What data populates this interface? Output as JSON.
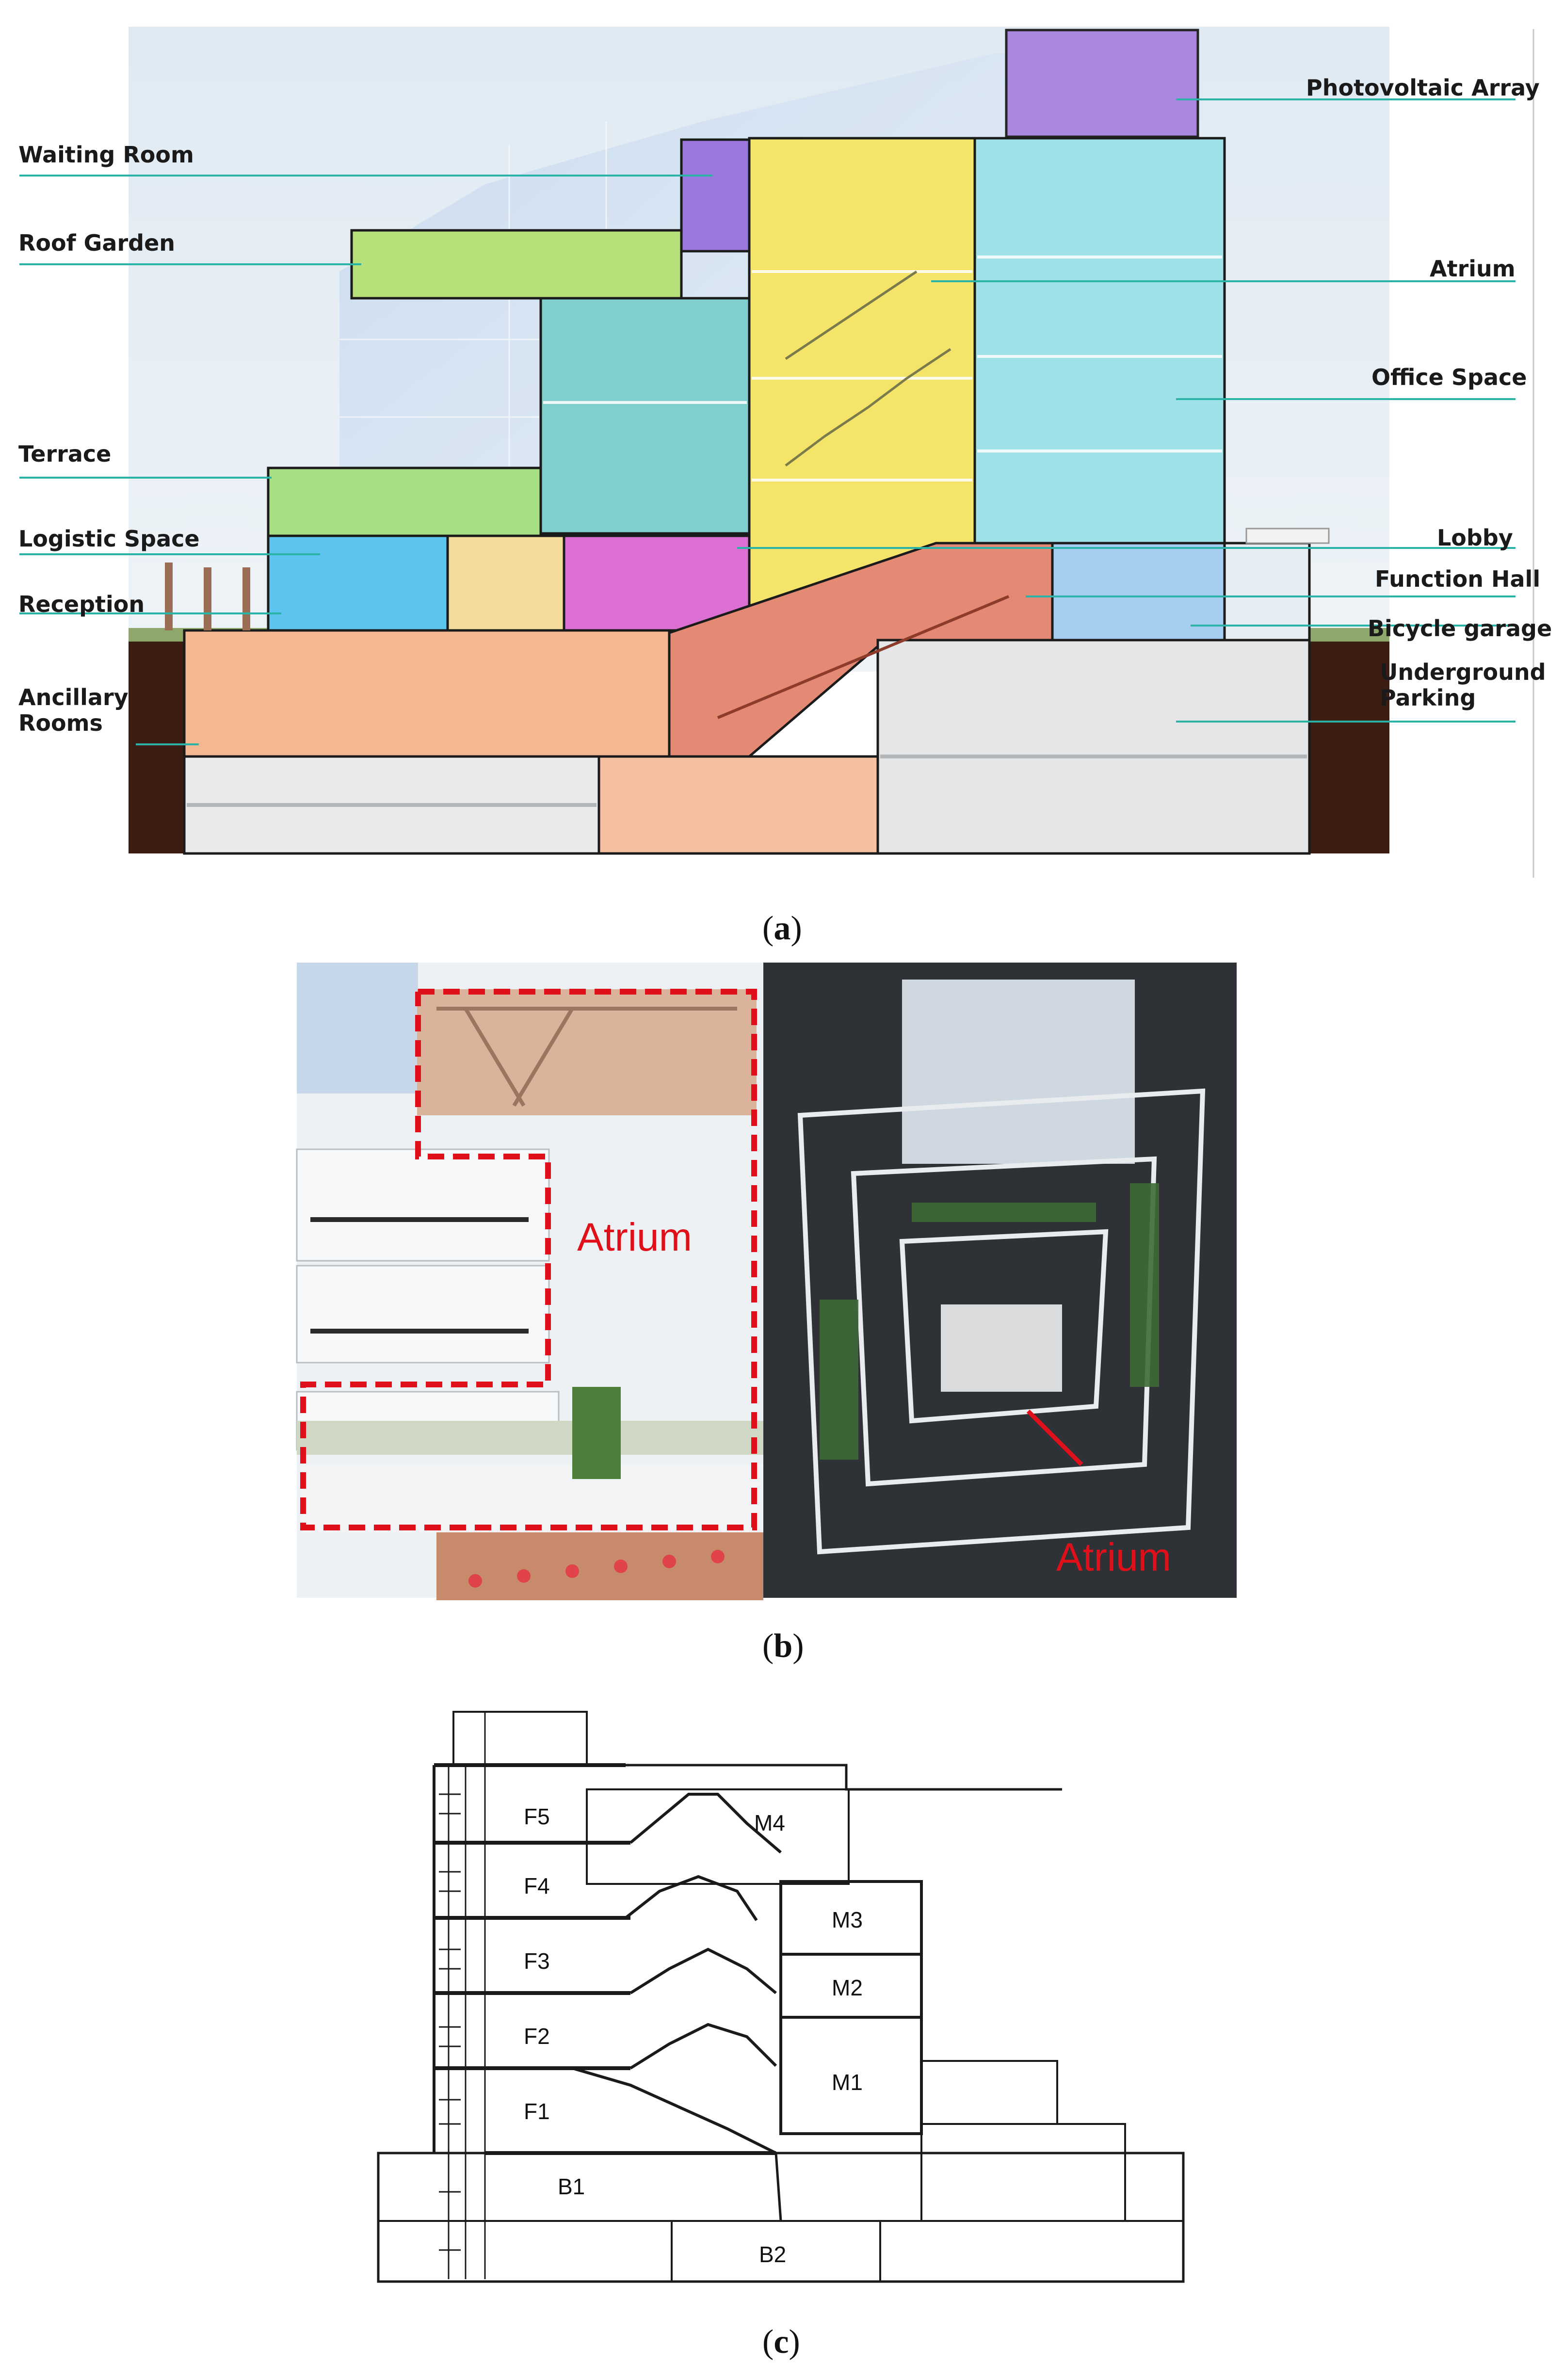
{
  "panel_a": {
    "caption_label": "a",
    "labels_left": [
      "Waiting Room",
      "Roof Garden",
      "Terrace",
      "Logistic Space",
      "Reception",
      "Ancillary Rooms"
    ],
    "labels_right": [
      "Photovoltaic Array",
      "Atrium",
      "Office Space",
      "Lobby",
      "Function Hall",
      "Bicycle garage",
      "Underground Parking"
    ],
    "leader_color": "#2bb3a8"
  },
  "panel_b": {
    "caption_label": "b",
    "left_label": "Atrium",
    "right_label": "Atrium",
    "accent_color": "#e0101a"
  },
  "panel_c": {
    "caption_label": "c",
    "floors": [
      "F5",
      "F4",
      "F3",
      "F2",
      "F1",
      "B1",
      "B2",
      "M4",
      "M3",
      "M2",
      "M1"
    ]
  },
  "zone_colors": {
    "photovoltaic": "#8a4fc7",
    "atrium": "#f2e14a",
    "office": "#6fd6d3",
    "roof_garden": "#9bd94a",
    "terrace": "#8fdc72",
    "logistic": "#37b8e6",
    "reception": "#f1d27e",
    "lobby": "#d860c8",
    "function_hall": "#e46a55",
    "bicycle": "#8fc6f0",
    "ancillary": "#f0a882",
    "parking": "#d9dcdf"
  }
}
